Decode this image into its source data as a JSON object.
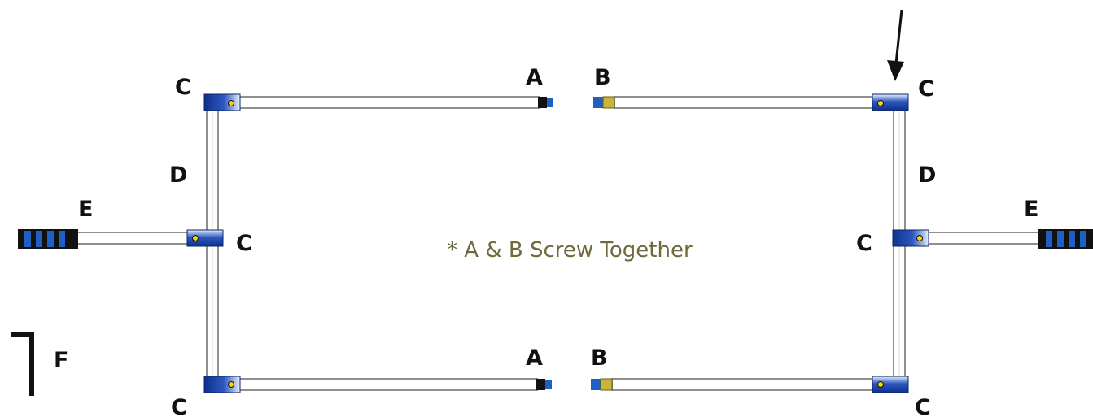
{
  "labels": {
    "a": "A",
    "b": "B",
    "c": "C",
    "d": "D",
    "e": "E",
    "f": "F"
  },
  "note": "* A & B Screw Together",
  "colors": {
    "pipe_fill": "#ffffff",
    "pipe_edge": "#8f8f8f",
    "connector_blue": "#1a3fa0",
    "pin_yellow": "#f2d21a",
    "grip_black": "#111111",
    "grip_blue": "#1f5fc4",
    "thread_gold": "#c9b53a",
    "text": "#111111",
    "note_text": "#6e6a3c"
  }
}
